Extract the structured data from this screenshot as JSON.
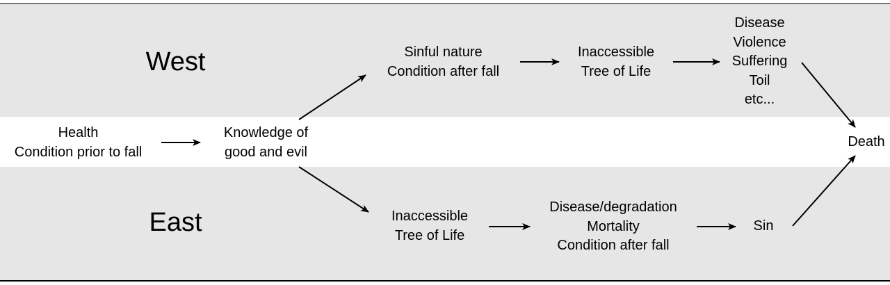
{
  "regions": {
    "west": "West",
    "east": "East"
  },
  "nodes": {
    "health": [
      "Health",
      "Condition prior to fall"
    ],
    "knowledge": [
      "Knowledge of",
      "good and evil"
    ],
    "west_sinful": [
      "Sinful nature",
      "Condition after fall"
    ],
    "west_tree": [
      "Inaccessible",
      "Tree of Life"
    ],
    "west_disease": [
      "Disease",
      "Violence",
      "Suffering",
      "Toil",
      "etc..."
    ],
    "death": [
      "Death"
    ],
    "east_tree": [
      "Inaccessible",
      "Tree of Life"
    ],
    "east_disease": [
      "Disease/degradation",
      "Mortality",
      "Condition after fall"
    ],
    "east_sin": [
      "Sin"
    ]
  },
  "colors": {
    "band": "#e6e6e6",
    "arrow": "#000000"
  }
}
